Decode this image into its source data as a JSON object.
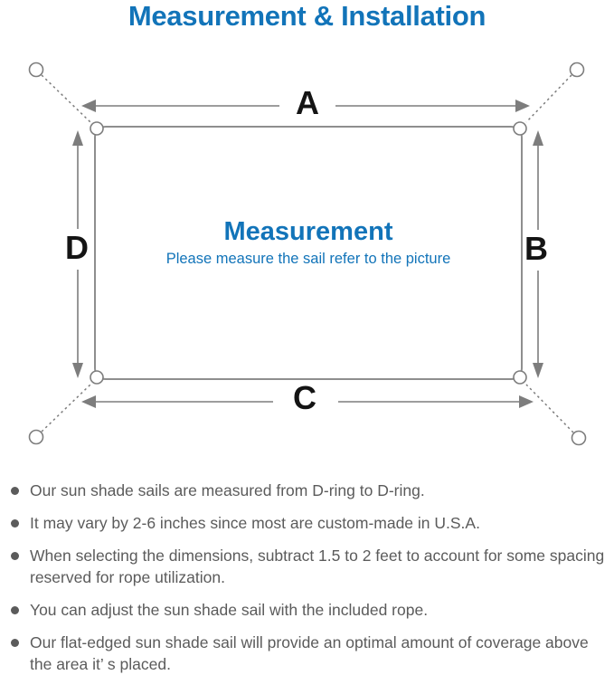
{
  "title": "Measurement & Installation",
  "colors": {
    "accent": "#1274b9",
    "line": "#7d7d7d",
    "outline": "#8e8e8e",
    "label": "#141414",
    "body_text": "#5b5b5b"
  },
  "diagram": {
    "dimension_labels": {
      "a": "A",
      "b": "B",
      "c": "C",
      "d": "D"
    },
    "center_title": "Measurement",
    "center_subtitle": "Please measure the sail refer to the picture"
  },
  "bullets": [
    "Our sun shade sails are measured from D-ring to D-ring.",
    "It may vary by 2-6 inches since most are custom-made in U.S.A.",
    "When selecting the dimensions, subtract 1.5 to 2 feet to account for some spacing reserved for rope utilization.",
    "You can adjust the sun shade sail with the included rope.",
    "Our flat-edged sun shade sail will provide an optimal amount of coverage above the area it’ s placed."
  ]
}
